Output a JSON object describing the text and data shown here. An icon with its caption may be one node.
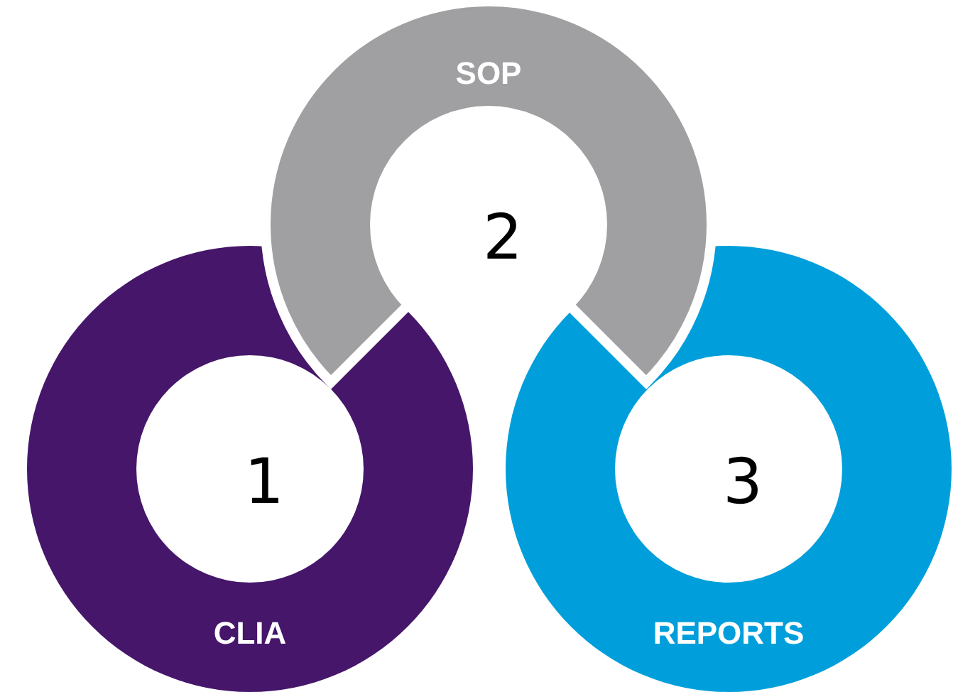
{
  "diagram": {
    "nodes": [
      {
        "text": [
          "1",
          "CLIA"
        ]
      },
      {
        "text": [
          "SOP",
          "2"
        ]
      },
      {
        "text": [
          "3",
          "REPORTS"
        ]
      }
    ]
  }
}
